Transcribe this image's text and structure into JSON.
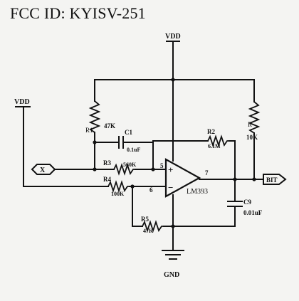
{
  "header": {
    "title": "FCC ID: KYISV-251"
  },
  "circuit": {
    "supply_top": "VDD",
    "supply_left": "VDD",
    "ground": "GND",
    "input_tag": "X",
    "output_tag": "BIT",
    "opamp": {
      "part": "LM393",
      "plus": "+",
      "minus": "−",
      "pin_plus": "5",
      "pin_minus": "6",
      "pin_out": "7"
    },
    "r1": {
      "ref": "R1",
      "value": "47K"
    },
    "r2": {
      "ref": "R2",
      "value": "6.1M"
    },
    "r3": {
      "ref": "R3",
      "value": "560K"
    },
    "r4": {
      "ref": "R4",
      "value": "100K"
    },
    "r5": {
      "ref": "R5",
      "value": "47K"
    },
    "r6": {
      "ref": "R",
      "value": "10K"
    },
    "c1": {
      "ref": "C1",
      "value": "0.1uF"
    },
    "c9": {
      "ref": "C9",
      "value": "0.01uF"
    }
  }
}
